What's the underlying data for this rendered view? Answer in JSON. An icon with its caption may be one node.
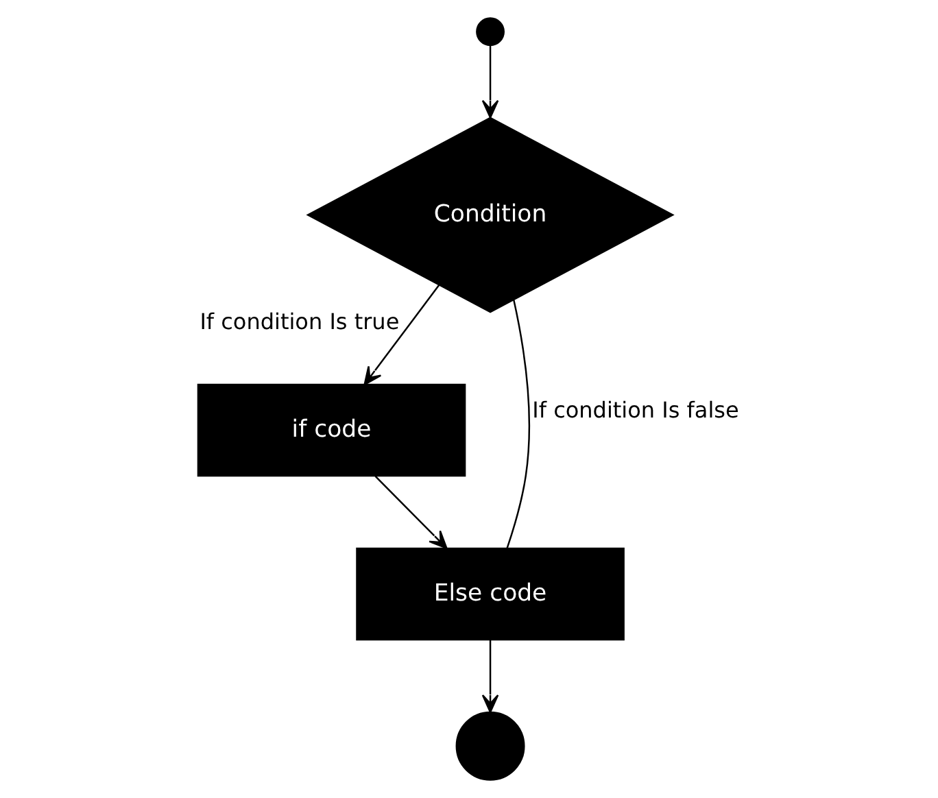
{
  "diagram": {
    "nodes": [
      {
        "text": [],
        "shape": "circle"
      },
      {
        "text": [
          "Condition"
        ]
      },
      {
        "text": [
          "if code"
        ]
      },
      {
        "text": [
          "Else code"
        ]
      },
      {
        "text": [],
        "shape": "circle"
      }
    ],
    "edges": [
      {
        "from": 0,
        "to": 1,
        "arrow": "to"
      },
      {
        "from": 1,
        "to": 2,
        "arrow": "to",
        "label": "If condition Is true"
      },
      {
        "from": 1,
        "to": 3,
        "arrow": "none",
        "label": "If condition Is false"
      },
      {
        "from": 2,
        "to": 3,
        "arrow": "to"
      },
      {
        "from": 3,
        "to": 4,
        "arrow": "to"
      }
    ]
  }
}
